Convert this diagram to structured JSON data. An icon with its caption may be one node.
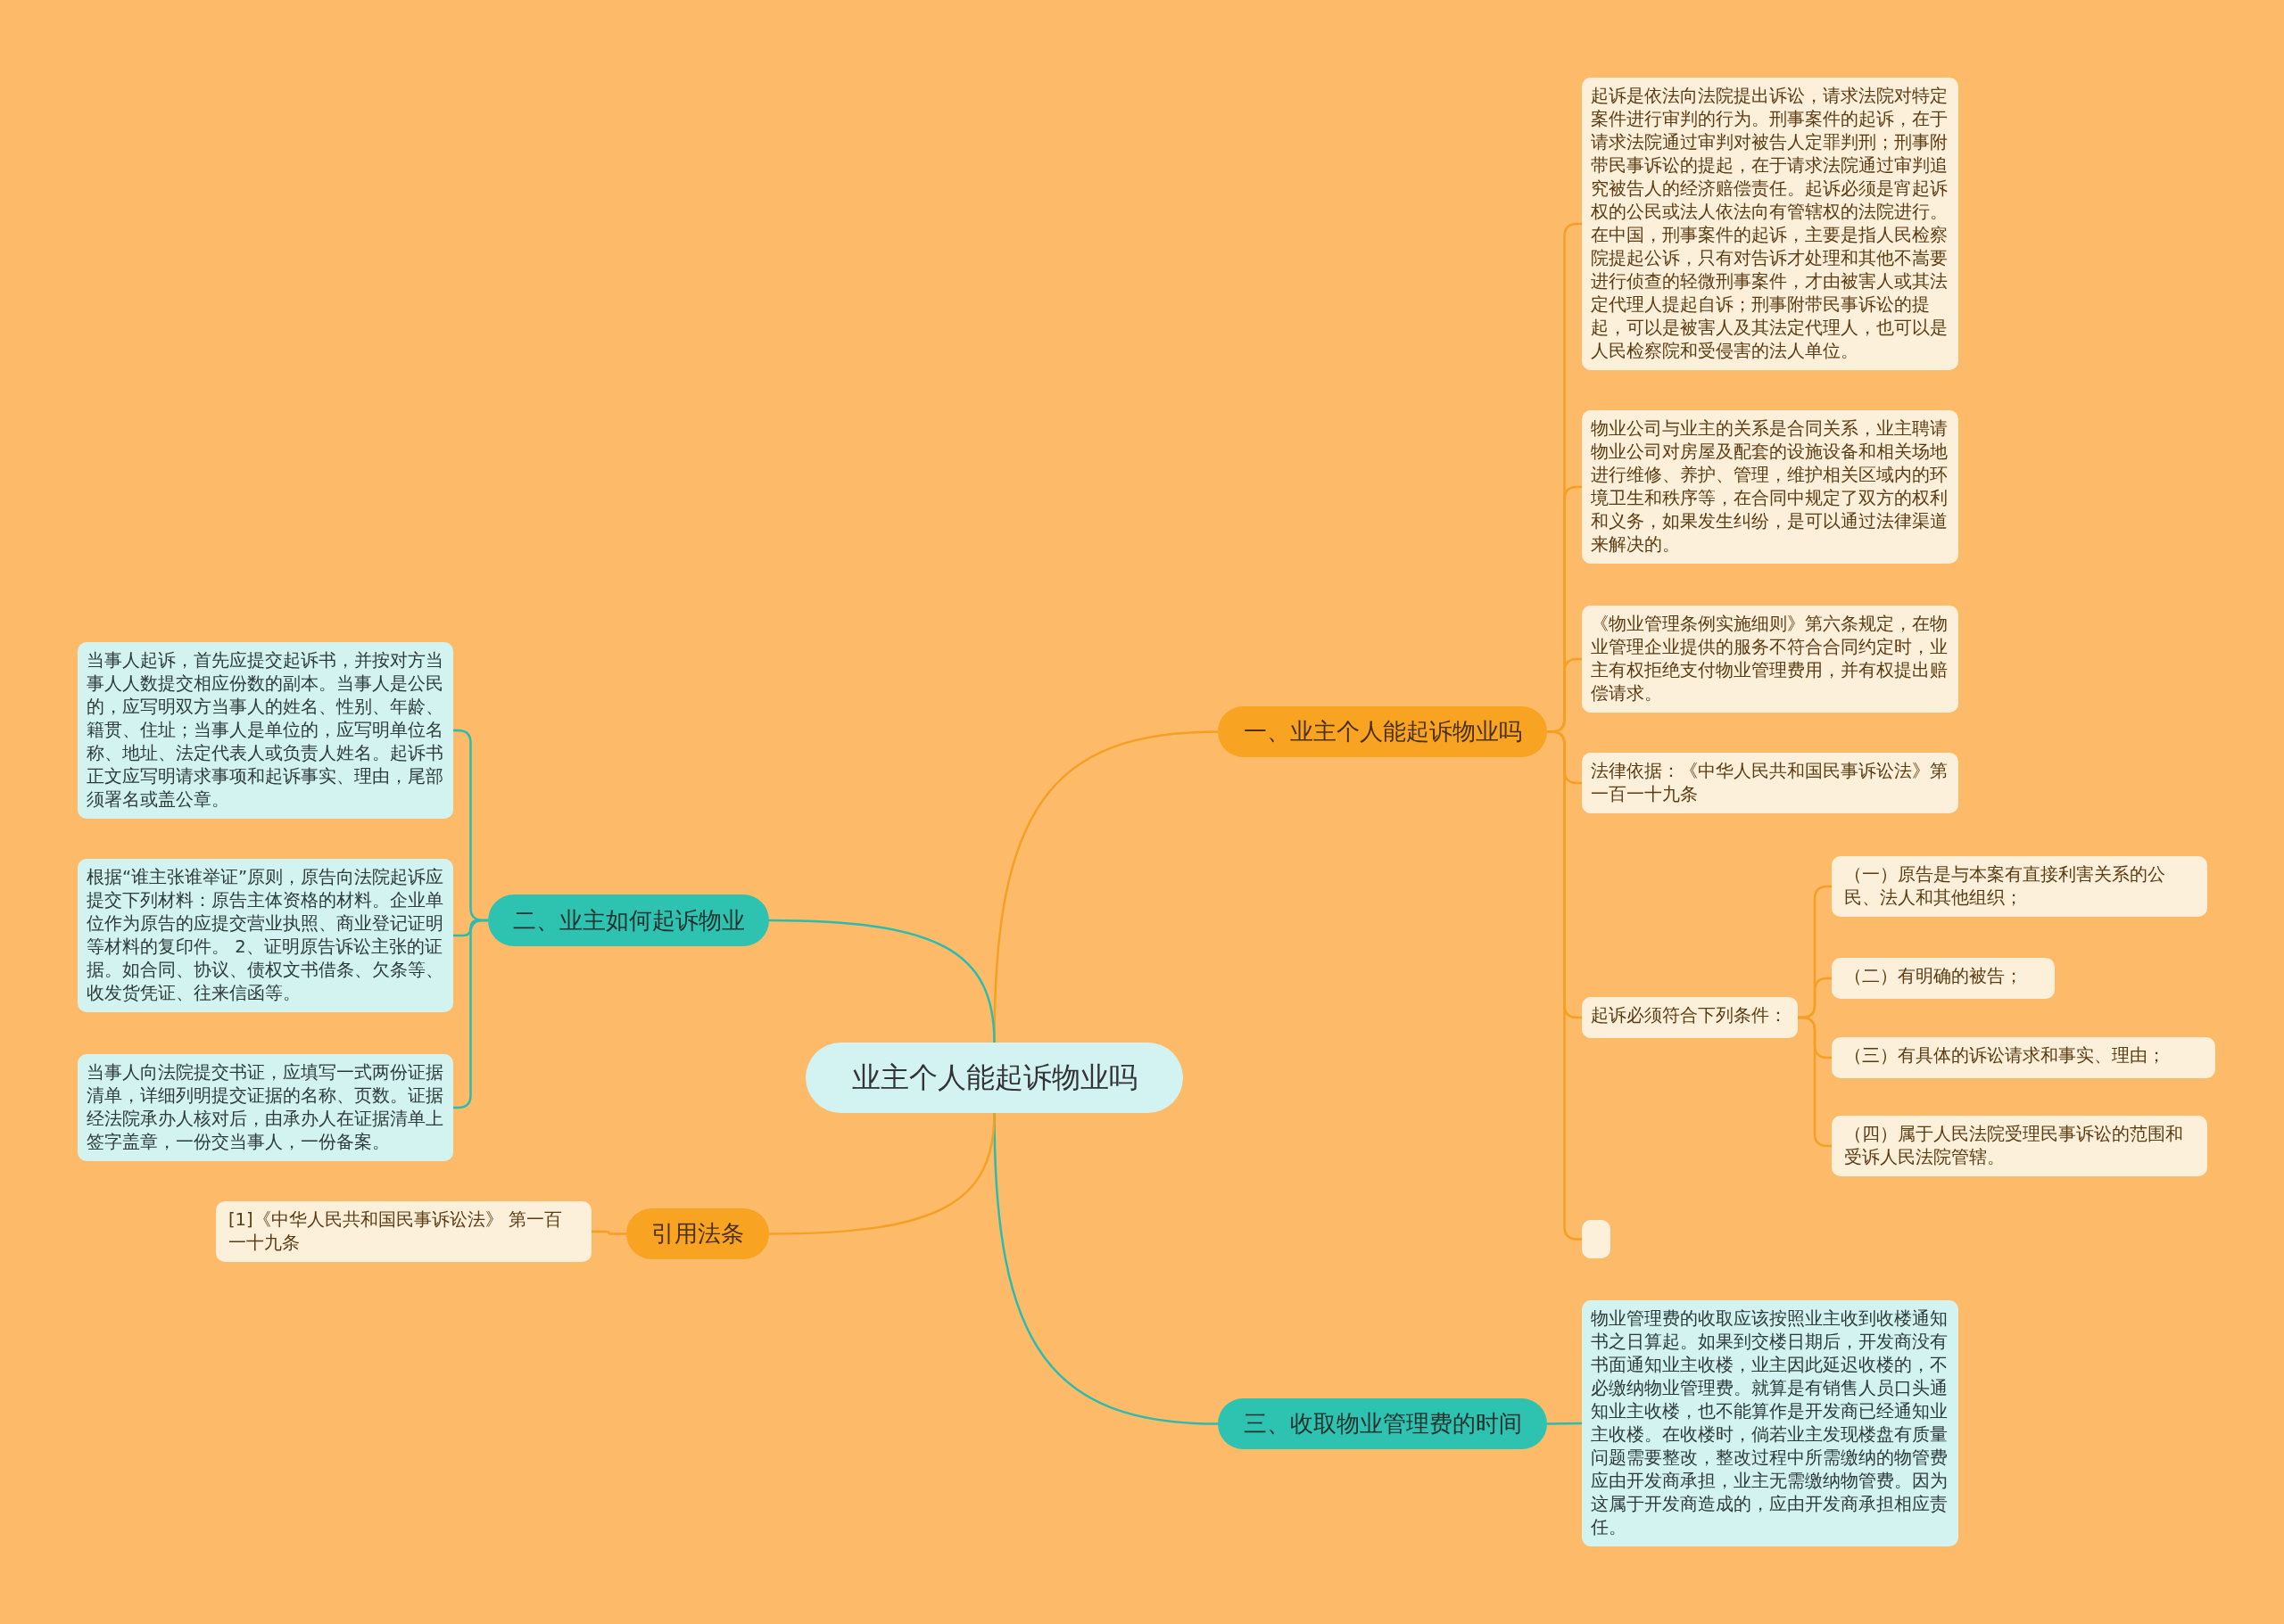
{
  "diagram": {
    "nodes": [
      {
        "text": [
          "业主个人能起诉物业吗"
        ]
      },
      {
        "text": [
          "一、业主个人能起诉物业吗"
        ]
      },
      {
        "text": [
          "起诉是依法向法院提出诉讼，请求法院对特定案件进行审判的行为。刑事案件的起诉，在于请求法院通过审判对被告人定罪判刑；刑事附带民事诉讼的提起，在于请求法院通过审判追究被告人的经济赔偿责任。起诉必须是宵起诉权的公民或法人依法向有管辖权的法院进行。在中国，刑事案件的起诉，主要是指人民检察院提起公诉，只有对告诉才处理和其他不嵩要进行侦查的轻微刑事案件，才由被害人或其法定代理人提起自诉；刑事附带民事诉讼的提起，可以是被害人及其法定代理人，也可以是人民检察院和受侵害的法人单位。"
        ]
      },
      {
        "text": [
          "物业公司与业主的关系是合同关系，业主聘请物业公司对房屋及配套的设施设备和相关场地进行维修、养护、管理，维护相关区域内的环境卫生和秩序等，在合同中规定了双方的权利和义务，如果发生纠纷，是可以通过法律渠道来解决的。"
        ]
      },
      {
        "text": [
          "《物业管理条例实施细则》第六条规定，在物业管理企业提供的服务不符合合同约定时，业主有权拒绝支付物业管理费用，并有权提出赔偿请求。"
        ]
      },
      {
        "text": [
          "法律依据：《中华人民共和国民事诉讼法》第一百一十九条"
        ]
      },
      {
        "text": [
          "起诉必须符合下列条件："
        ]
      },
      {
        "text": [
          "（一）原告是与本案有直接利害关系的公民、法人和其他组织；"
        ]
      },
      {
        "text": [
          "（二）有明确的被告；"
        ]
      },
      {
        "text": [
          "（三）有具体的诉讼请求和事实、理由；"
        ]
      },
      {
        "text": [
          "（四）属于人民法院受理民事诉讼的范围和受诉人民法院管辖。"
        ]
      },
      {
        "text": [],
        "shape": "box"
      },
      {
        "text": [
          "二、业主如何起诉物业"
        ]
      },
      {
        "text": [
          "当事人起诉，首先应提交起诉书，并按对方当事人人数提交相应份数的副本。当事人是公民的，应写明双方当事人的姓名、性别、年龄、籍贯、住址；当事人是单位的，应写明单位名称、地址、法定代表人或负责人姓名。起诉书正文应写明请求事项和起诉事实、理由，尾部须署名或盖公章。"
        ]
      },
      {
        "text": [
          "根据“谁主张谁举证”原则，原告向法院起诉应提交下列材料：原告主体资格的材料。企业单位作为原告的应提交营业执照、商业登记证明等材料的复印件。 2、证明原告诉讼主张的证据。如合同、协议、债权文书借条、欠条等、收发货凭证、往来信函等。"
        ]
      },
      {
        "text": [
          "当事人向法院提交书证，应填写一式两份证据清单，详细列明提交证据的名称、页数。证据经法院承办人核对后，由承办人在证据清单上签字盖章，一份交当事人，一份备案。"
        ]
      },
      {
        "text": [
          "三、收取物业管理费的时间"
        ]
      },
      {
        "text": [
          "物业管理费的收取应该按照业主收到收楼通知书之日算起。如果到交楼日期后，开发商没有书面通知业主收楼，业主因此延迟收楼的，不必缴纳物业管理费。就算是有销售人员口头通知业主收楼，也不能算作是开发商已经通知业主收楼。在收楼时，倘若业主发现楼盘有质量问题需要整改，整改过程中所需缴纳的物管费应由开发商承担，业主无需缴纳物管费。因为这属于开发商造成的，应由开发商承担相应责任。"
        ]
      },
      {
        "text": [
          "引用法条"
        ]
      },
      {
        "text": [
          "[1]《中华人民共和国民事诉讼法》 第一百一十九条"
        ]
      }
    ],
    "edges": [
      {
        "from": 0,
        "to": 1,
        "arrow": "none"
      },
      {
        "from": 1,
        "to": 2,
        "arrow": "none"
      },
      {
        "from": 1,
        "to": 3,
        "arrow": "none"
      },
      {
        "from": 1,
        "to": 4,
        "arrow": "none"
      },
      {
        "from": 1,
        "to": 5,
        "arrow": "none"
      },
      {
        "from": 1,
        "to": 6,
        "arrow": "none"
      },
      {
        "from": 6,
        "to": 7,
        "arrow": "none"
      },
      {
        "from": 6,
        "to": 8,
        "arrow": "none"
      },
      {
        "from": 6,
        "to": 9,
        "arrow": "none"
      },
      {
        "from": 6,
        "to": 10,
        "arrow": "none"
      },
      {
        "from": 1,
        "to": 11,
        "arrow": "none"
      },
      {
        "from": 0,
        "to": 12,
        "arrow": "none",
        "color": "#2bbcae"
      },
      {
        "from": 12,
        "to": 13,
        "arrow": "none",
        "color": "#2bbcae"
      },
      {
        "from": 12,
        "to": 14,
        "arrow": "none",
        "color": "#2bbcae"
      },
      {
        "from": 12,
        "to": 15,
        "arrow": "none",
        "color": "#2bbcae"
      },
      {
        "from": 0,
        "to": 16,
        "arrow": "none",
        "color": "#2bbcae"
      },
      {
        "from": 16,
        "to": 17,
        "arrow": "none",
        "color": "#2bbcae"
      },
      {
        "from": 0,
        "to": 18,
        "arrow": "none"
      },
      {
        "from": 18,
        "to": 19,
        "arrow": "none"
      }
    ]
  }
}
